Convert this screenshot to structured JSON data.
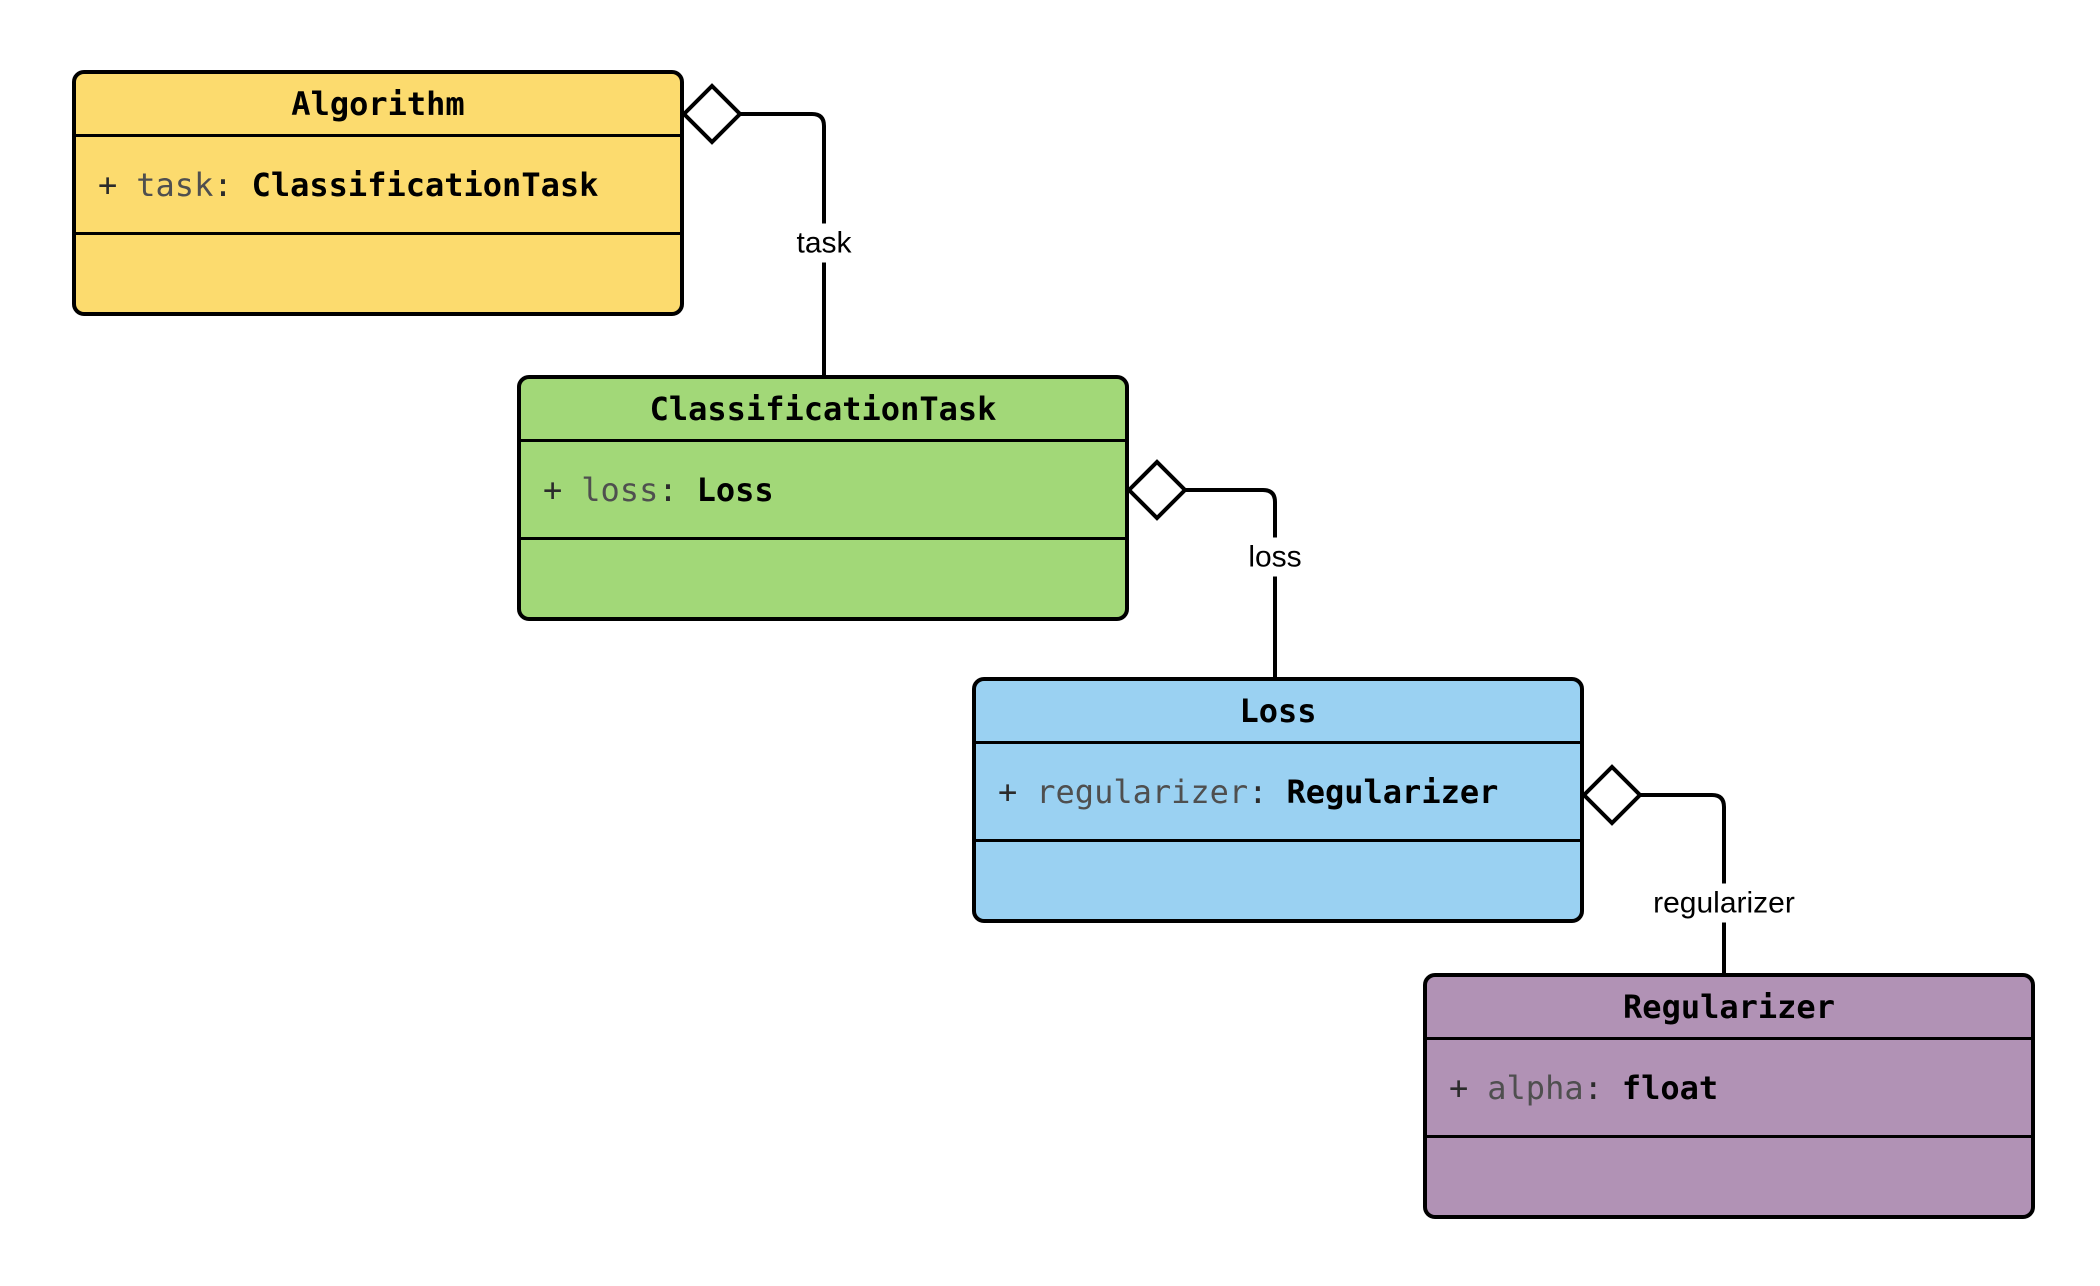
{
  "diagram": {
    "kind": "uml-class-diagram",
    "background_color": "#FFFFFF",
    "line_color": "#000000",
    "classes": [
      {
        "title": "Algorithm",
        "fill": "#FCDB6E",
        "attribute": {
          "visibility": "+",
          "name": "task",
          "colon": ":",
          "type": "ClassificationTask"
        }
      },
      {
        "title": "ClassificationTask",
        "fill": "#A2D878",
        "attribute": {
          "visibility": "+",
          "name": "loss",
          "colon": ":",
          "type": "Loss"
        }
      },
      {
        "title": "Loss",
        "fill": "#9AD1F2",
        "attribute": {
          "visibility": "+",
          "name": "regularizer",
          "colon": ":",
          "type": "Regularizer"
        }
      },
      {
        "title": "Regularizer",
        "fill": "#B192B5",
        "attribute": {
          "visibility": "+",
          "name": "alpha",
          "colon": ":",
          "type": "float"
        }
      }
    ],
    "relationships": [
      {
        "label": "task",
        "from": "Algorithm",
        "to": "ClassificationTask",
        "kind": "aggregation"
      },
      {
        "label": "loss",
        "from": "ClassificationTask",
        "to": "Loss",
        "kind": "aggregation"
      },
      {
        "label": "regularizer",
        "from": "Loss",
        "to": "Regularizer",
        "kind": "aggregation"
      }
    ]
  }
}
